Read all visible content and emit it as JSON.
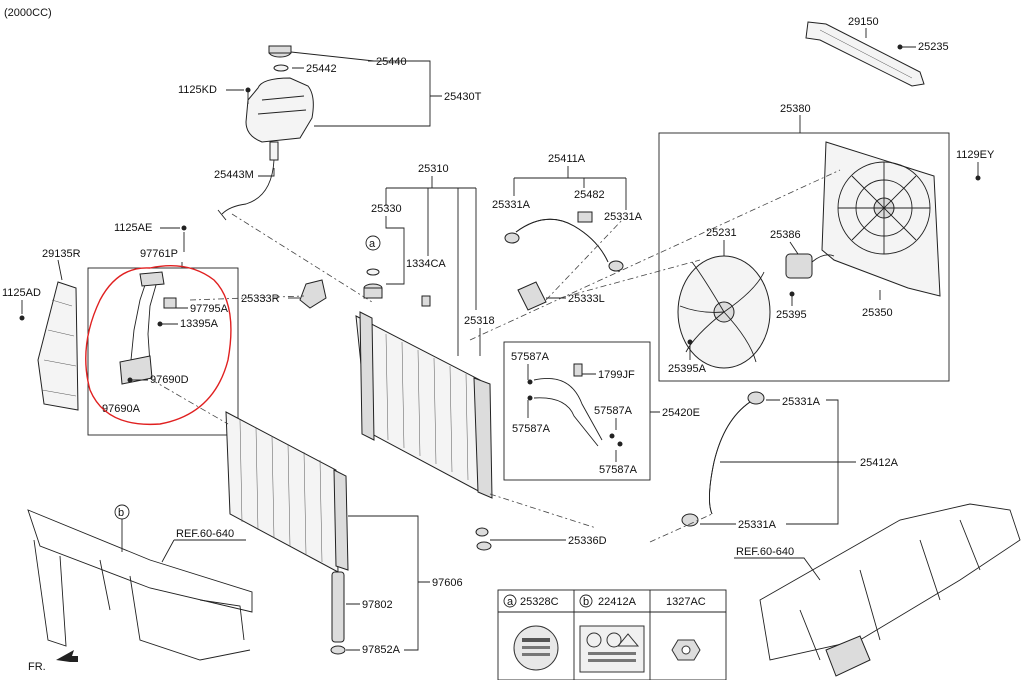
{
  "header": {
    "variant": "(2000CC)"
  },
  "highlight_color": "#e02020",
  "parts": {
    "p29150": "29150",
    "p25235": "25235",
    "p25440": "25440",
    "p25442": "25442",
    "p1125KD": "1125KD",
    "p25430T": "25430T",
    "p25380": "25380",
    "p1129EY": "1129EY",
    "p25310": "25310",
    "p25411A": "25411A",
    "p25443M": "25443M",
    "p25330": "25330",
    "p25482": "25482",
    "p25331A_1": "25331A",
    "p25331A_2": "25331A",
    "p1125AE": "1125AE",
    "p97761P": "97761P",
    "p29135R": "29135R",
    "p25231": "25231",
    "p25386": "25386",
    "p1334CA": "1334CA",
    "p25333R": "25333R",
    "p25333L": "25333L",
    "p97795A": "97795A",
    "p1125AD": "1125AD",
    "p13395A": "13395A",
    "p25395": "25395",
    "p25350": "25350",
    "p25318": "25318",
    "p57587A_1": "57587A",
    "p1799JF": "1799JF",
    "p97690D": "97690D",
    "p25395A": "25395A",
    "p25331A_3": "25331A",
    "p97690A": "97690A",
    "p57587A_2": "57587A",
    "p25420E": "25420E",
    "p57587A_3": "57587A",
    "p57587A_4": "57587A",
    "p25412A": "25412A",
    "p25331A_4": "25331A",
    "p25336D": "25336D",
    "p97606": "97606",
    "p97802": "97802",
    "p97852A": "97852A"
  },
  "refs": {
    "left": "REF.60-640",
    "right": "REF.60-640"
  },
  "callouts": {
    "a": "a",
    "b": "b"
  },
  "direction": "FR.",
  "legend": {
    "cells": [
      {
        "letter": "a",
        "code": "25328C"
      },
      {
        "letter": "b",
        "code": "22412A"
      },
      {
        "letter": "",
        "code": "1327AC"
      }
    ]
  }
}
